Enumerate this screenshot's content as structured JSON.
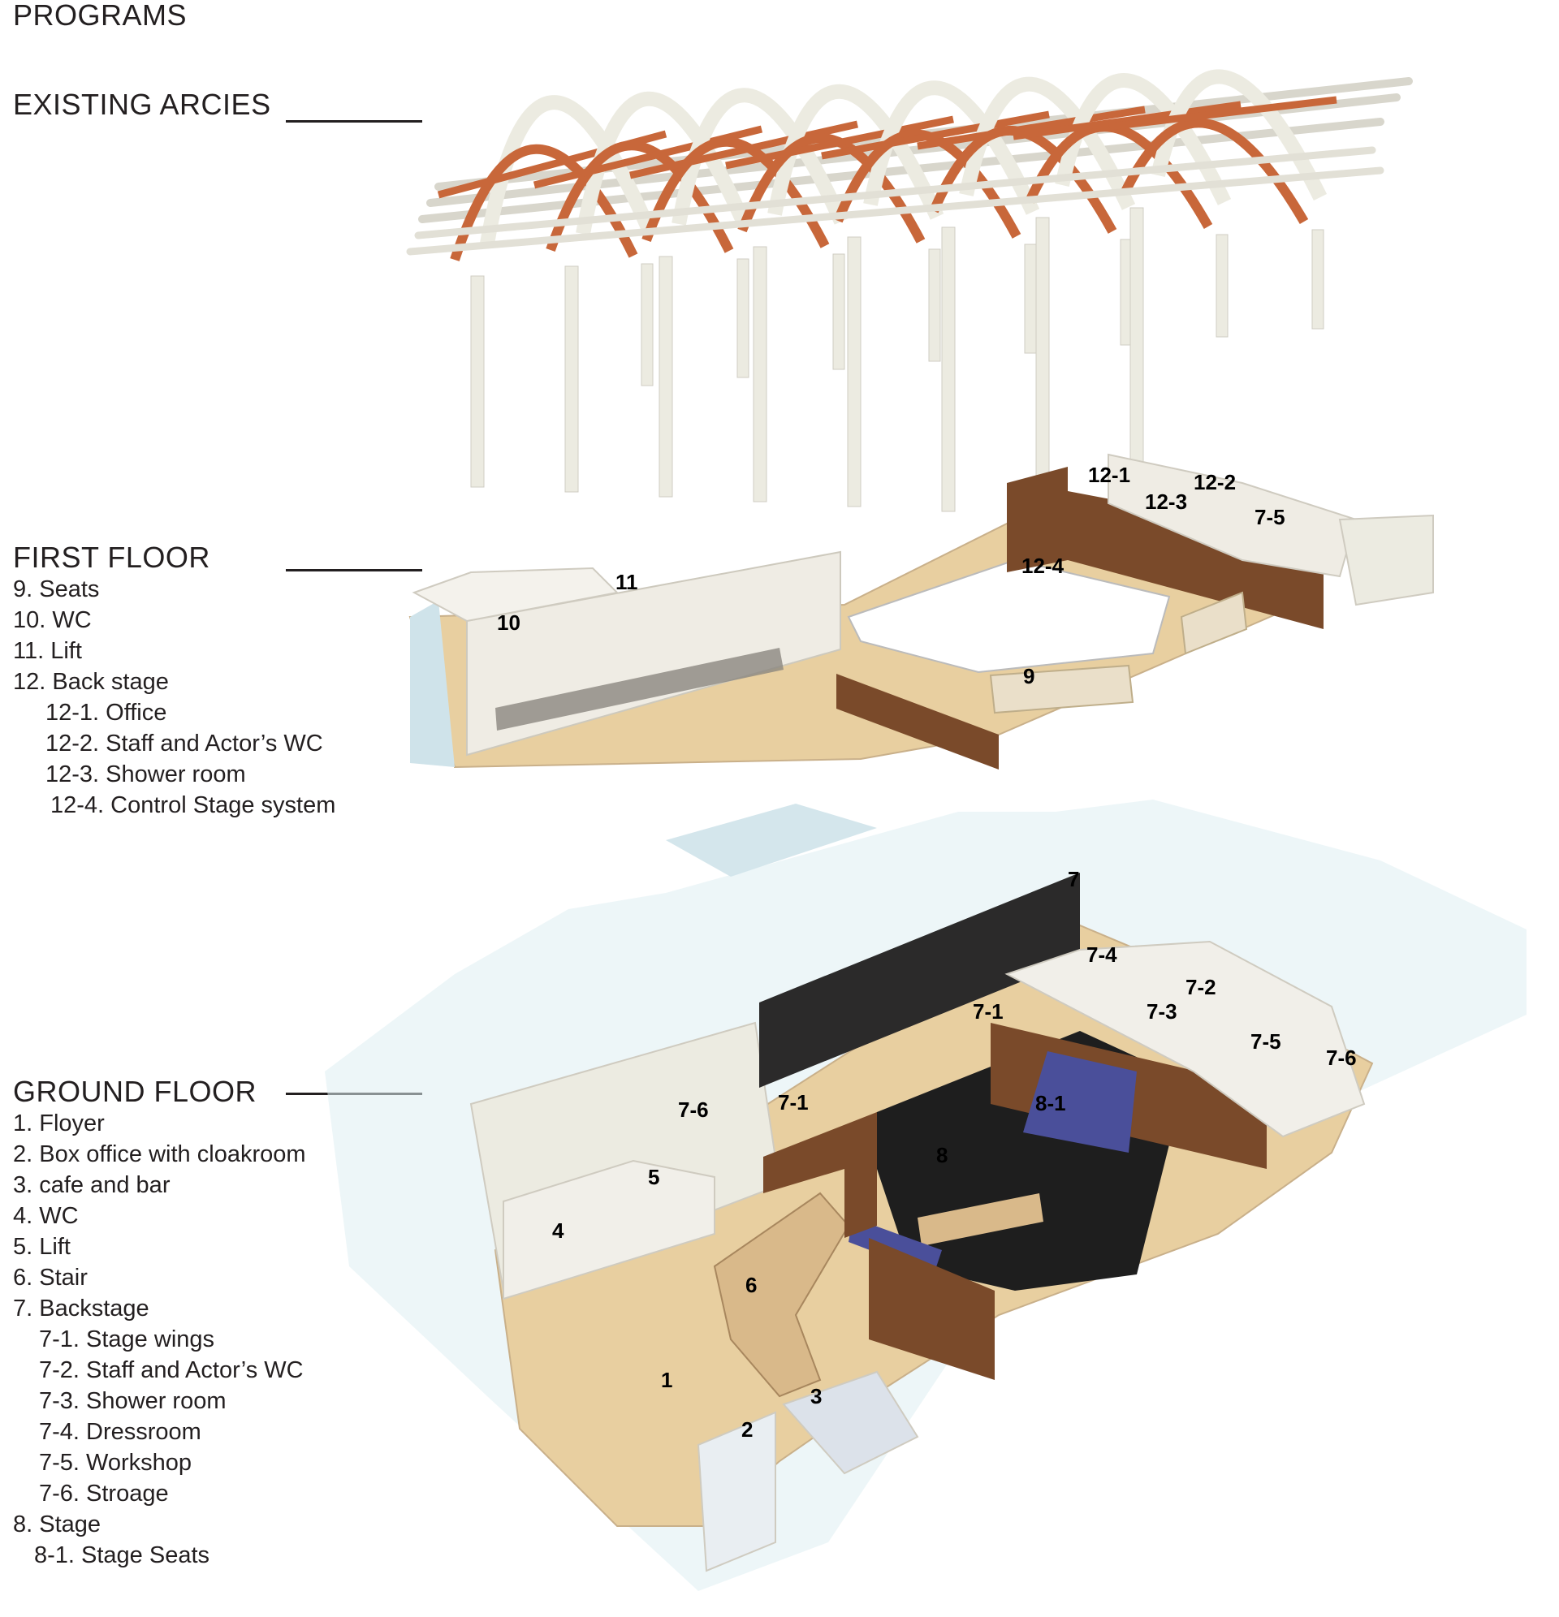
{
  "title": "PROGRAMS",
  "sections": {
    "existing": {
      "heading": "EXISTING ARCIES"
    },
    "first_floor": {
      "heading": "FIRST FLOOR",
      "items": [
        "9. Seats",
        "10. WC",
        "11. Lift",
        "12. Back stage",
        "12-1. Office",
        "12-2. Staff and Actor’s WC",
        "12-3. Shower room",
        "12-4. Control Stage system"
      ]
    },
    "ground_floor": {
      "heading": "GROUND FLOOR",
      "items": [
        "1. Floyer",
        "2. Box office with cloakroom",
        "3. cafe and bar",
        "4. WC",
        "5. Lift",
        "6. Stair",
        "7. Backstage",
        "7-1. Stage wings",
        "7-2. Staff and Actor’s WC",
        "7-3. Shower room",
        "7-4. Dressroom",
        "7-5. Workshop",
        "7-6. Stroage",
        "8. Stage",
        "8-1. Stage Seats"
      ]
    }
  },
  "diagram_labels": {
    "first_floor": [
      "12-1",
      "12-2",
      "12-3",
      "7-5",
      "12-4",
      "11",
      "10",
      "9"
    ],
    "ground_floor": [
      "7",
      "7-4",
      "7-2",
      "7-3",
      "7-1",
      "7-5",
      "7-6",
      "7-6",
      "7-1",
      "8-1",
      "8",
      "5",
      "4",
      "6",
      "1",
      "3",
      "2"
    ]
  },
  "colors": {
    "text": "#231f20",
    "arch_beams": "#c8673a",
    "columns": "#ecebe1",
    "wood_floor": "#e8cfa0",
    "wood_panel": "#7a4a2a",
    "stage_floor": "#1e1e1e",
    "seats": "#4a4f9a",
    "glass": "#cfe3ea"
  }
}
